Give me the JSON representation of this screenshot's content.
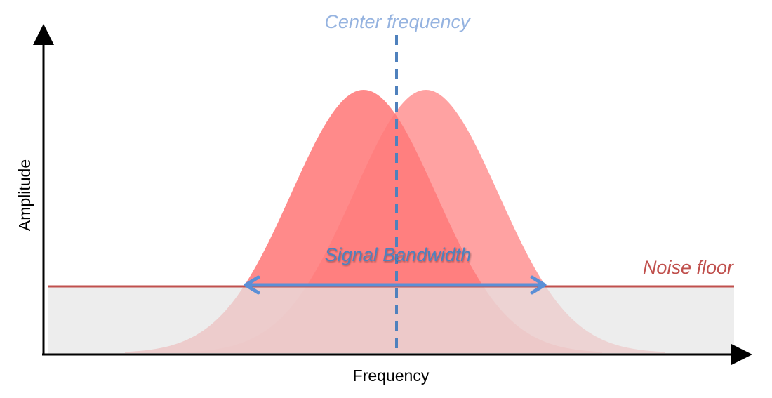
{
  "labels": {
    "center_frequency": "Center frequency",
    "noise_floor": "Noise floor",
    "signal_bandwidth": "Signal Bandwidth",
    "y_axis": "Amplitude",
    "x_axis": "Frequency"
  },
  "colors": {
    "signal_left": "#ff6d6d",
    "signal_right": "#ff7b7b",
    "noise_floor": "#c0504d",
    "noise_band": "#e6e6e6",
    "center_line": "#4f81bd",
    "center_label": "#95b3e0",
    "bandwidth_arrow": "#5b8fd6",
    "axis": "#000000"
  }
}
